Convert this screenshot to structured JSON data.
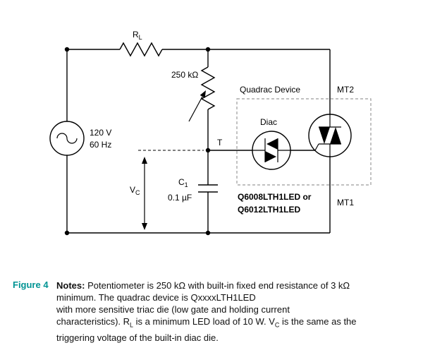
{
  "figure": {
    "source": {
      "voltage": "120 V",
      "frequency": "60 Hz"
    },
    "labels": {
      "rl_main": "R",
      "rl_sub": "L",
      "pot_value": "250 kΩ",
      "t_node": "T",
      "vc_main": "V",
      "vc_sub": "C",
      "c1_main": "C",
      "c1_sub": "1",
      "c1_value": "0.1 µF",
      "quadrac_box": "Quadrac Device",
      "diac": "Diac",
      "mt2": "MT2",
      "mt1": "MT1",
      "part_line1": "Q6008LTH1LED or",
      "part_line2": "Q6012LTH1LED"
    }
  },
  "caption": {
    "figure_label": "Figure 4",
    "notes_label": "Notes:",
    "l1": "Potentiometer is 250 kΩ with built-in fixed end resistance of 3 kΩ",
    "l2": "minimum. The quadrac device is QxxxxLTH1LED",
    "l3": "with more sensitive triac die (low gate and holding current",
    "l4a": "characteristics). R",
    "l4a_sub": "L",
    "l4b": " is a minimum LED load of 10 W. V",
    "l4b_sub": "C",
    "l4c": " is the same as the",
    "l5": "triggering voltage of the built-in diac die."
  },
  "colors": {
    "accent_teal": "#009494",
    "wire": "#000000",
    "dashed_box": "#9b9b9b",
    "background": "#ffffff"
  }
}
